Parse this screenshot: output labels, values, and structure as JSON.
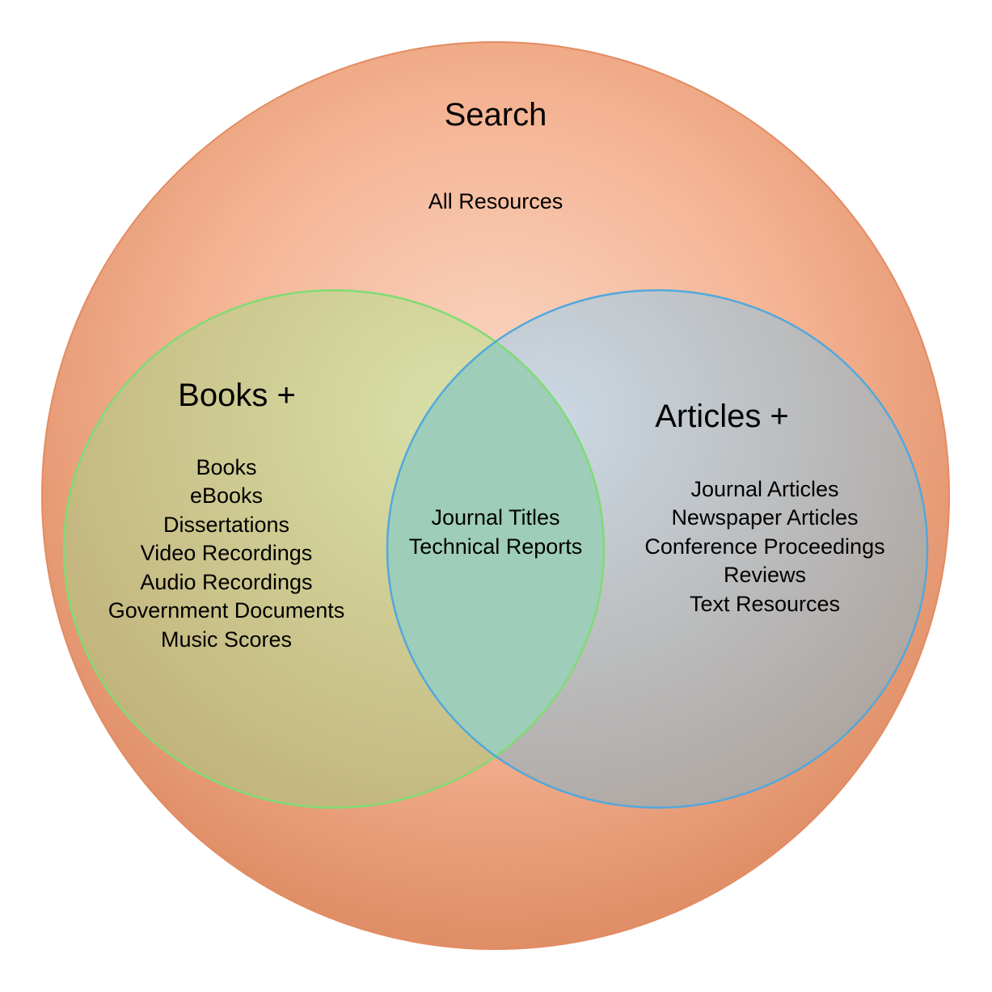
{
  "diagram": {
    "outer": {
      "title": "Search",
      "subtitle": "All Resources",
      "colors": {
        "center": "#fbd7c5",
        "mid": "#f4b392",
        "edge": "#dd8a62",
        "stroke": "#e38b62"
      }
    },
    "left": {
      "title": "Books +",
      "items": [
        "Books",
        "eBooks",
        "Dissertations",
        "Video Recordings",
        "Audio Recordings",
        "Government Documents",
        "Music Scores"
      ],
      "colors": {
        "light": "#d5e2a6",
        "dark": "#bcb077",
        "stroke": "#7fdc74"
      }
    },
    "right": {
      "title": "Articles +",
      "items": [
        "Journal Articles",
        "Newspaper Articles",
        "Conference Proceedings",
        "Reviews",
        "Text Resources"
      ],
      "colors": {
        "light": "#c7d9e6",
        "dark": "#a5a09b",
        "stroke": "#52a8dc"
      }
    },
    "overlap": {
      "items": [
        "Journal Titles",
        "Technical Reports"
      ],
      "color": "#9ecdb9"
    }
  }
}
